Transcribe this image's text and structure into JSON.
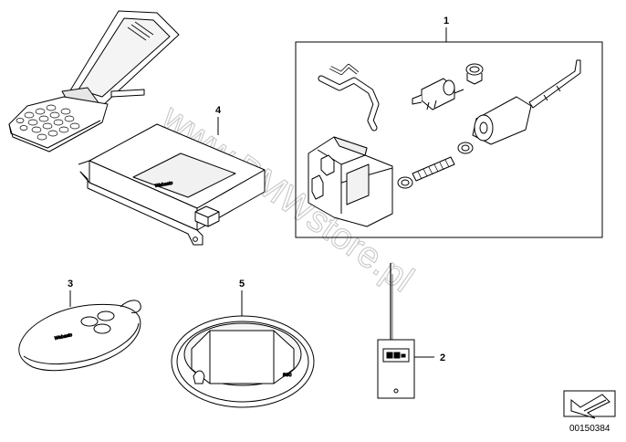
{
  "diagram": {
    "callouts": [
      "1",
      "2",
      "3",
      "4",
      "5"
    ],
    "watermark": "www.BMWstore.pl",
    "document_number": "00150384",
    "brand_marks": [
      "Webasto",
      "Webasto"
    ],
    "small_text": "sec"
  },
  "icons": [
    "mobile-phone-icon",
    "control-unit-icon",
    "heater-kit-icon",
    "remote-fob-icon",
    "antenna-transmitter-icon",
    "dome-sensor-icon",
    "arrow-icon"
  ]
}
